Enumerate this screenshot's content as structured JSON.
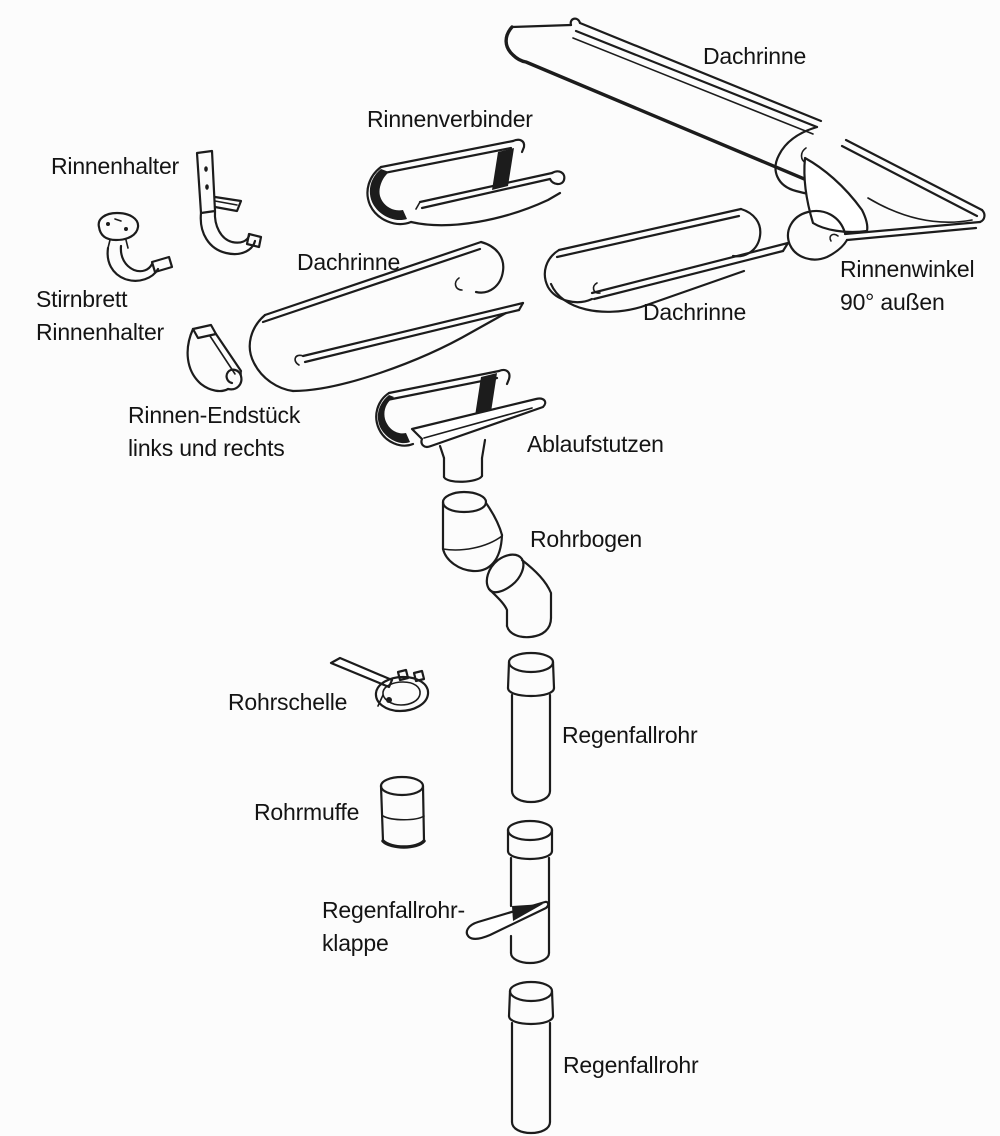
{
  "diagram": {
    "description": "Exploded parts diagram of a rain gutter / downpipe system",
    "labels": {
      "dachrinne_top": "Dachrinne",
      "rinnenverbinder": "Rinnenverbinder",
      "rinnenhalter": "Rinnenhalter",
      "stirnbrett_rinnenhalter": "Stirnbrett\nRinnenhalter",
      "dachrinne_left": "Dachrinne",
      "dachrinne_right": "Dachrinne",
      "rinnenwinkel": "Rinnenwinkel\n90° außen",
      "rinnen_endstueck": "Rinnen-Endstück\nlinks und rechts",
      "ablaufstutzen": "Ablaufstutzen",
      "rohrbogen": "Rohrbogen",
      "rohrschelle": "Rohrschelle",
      "regenfallrohr_upper": "Regenfallrohr",
      "rohrmuffe": "Rohrmuffe",
      "regenfallrohr_klappe": "Regenfallrohr-\nklappe",
      "regenfallrohr_lower": "Regenfallrohr"
    },
    "colors": {
      "background": "#fcfcfc",
      "line": "#1c1c1c",
      "text": "#141414"
    }
  }
}
